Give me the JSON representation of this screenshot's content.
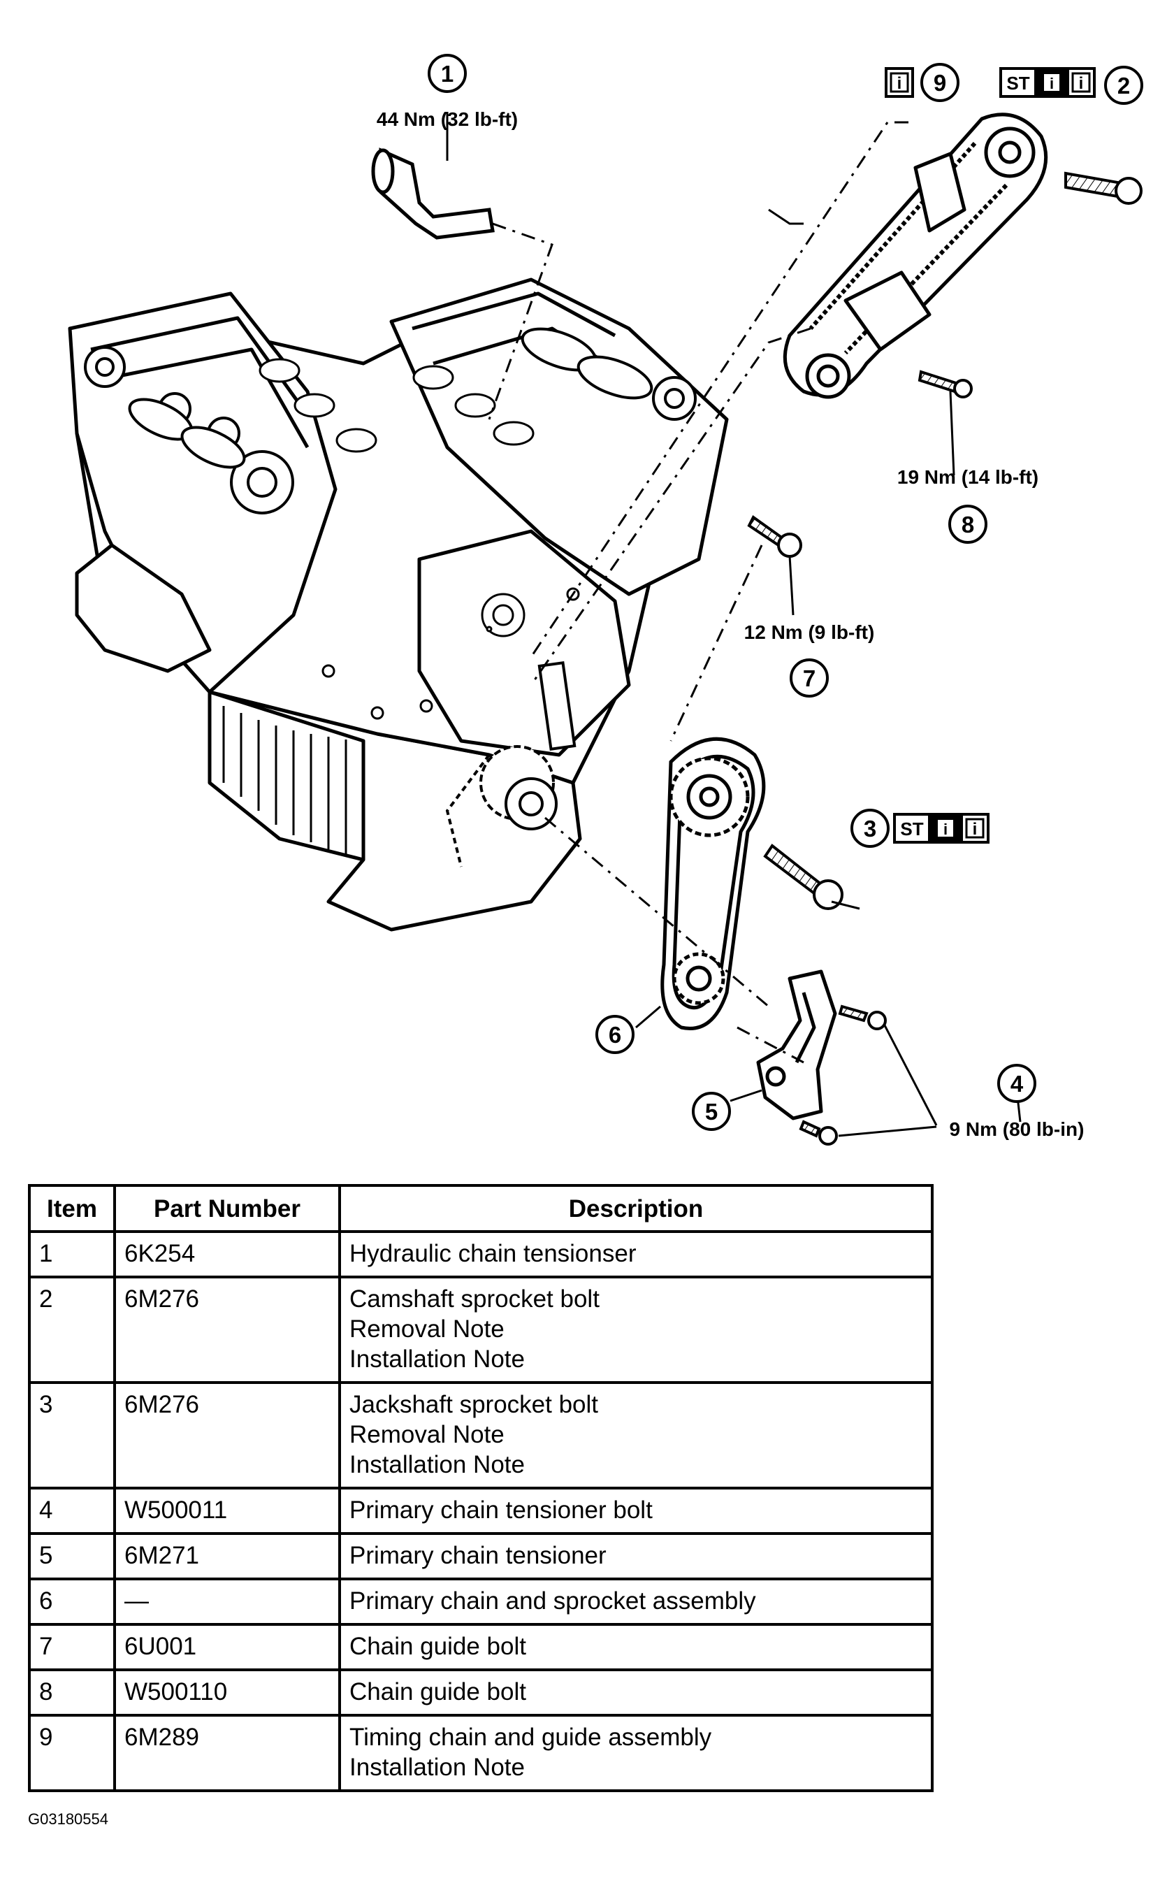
{
  "callouts": [
    {
      "n": "1",
      "torque": "44 Nm (32 lb-ft)"
    },
    {
      "n": "2",
      "torque": ""
    },
    {
      "n": "3",
      "torque": ""
    },
    {
      "n": "4",
      "torque": "9 Nm (80 lb-in)"
    },
    {
      "n": "5",
      "torque": ""
    },
    {
      "n": "6",
      "torque": ""
    },
    {
      "n": "7",
      "torque": "12 Nm (9 lb-ft)"
    },
    {
      "n": "8",
      "torque": "19 Nm (14 lb-ft)"
    },
    {
      "n": "9",
      "torque": ""
    }
  ],
  "badges": {
    "info": "i",
    "special_tool": "ST"
  },
  "table": {
    "headers": [
      "Item",
      "Part Number",
      "Description"
    ],
    "rows": [
      {
        "item": "1",
        "part": "6K254",
        "desc": [
          "Hydraulic chain tensionser"
        ]
      },
      {
        "item": "2",
        "part": "6M276",
        "desc": [
          "Camshaft sprocket bolt",
          "Removal Note",
          "Installation Note"
        ]
      },
      {
        "item": "3",
        "part": "6M276",
        "desc": [
          "Jackshaft sprocket bolt",
          "Removal Note",
          "Installation Note"
        ]
      },
      {
        "item": "4",
        "part": "W500011",
        "desc": [
          "Primary chain tensioner bolt"
        ]
      },
      {
        "item": "5",
        "part": "6M271",
        "desc": [
          "Primary chain tensioner"
        ]
      },
      {
        "item": "6",
        "part": "—",
        "desc": [
          "Primary chain and sprocket assembly"
        ]
      },
      {
        "item": "7",
        "part": "6U001",
        "desc": [
          "Chain guide bolt"
        ]
      },
      {
        "item": "8",
        "part": "W500110",
        "desc": [
          "Chain guide bolt"
        ]
      },
      {
        "item": "9",
        "part": "6M289",
        "desc": [
          "Timing chain and guide assembly",
          "Installation Note"
        ]
      }
    ]
  },
  "figure_code": "G03180554"
}
